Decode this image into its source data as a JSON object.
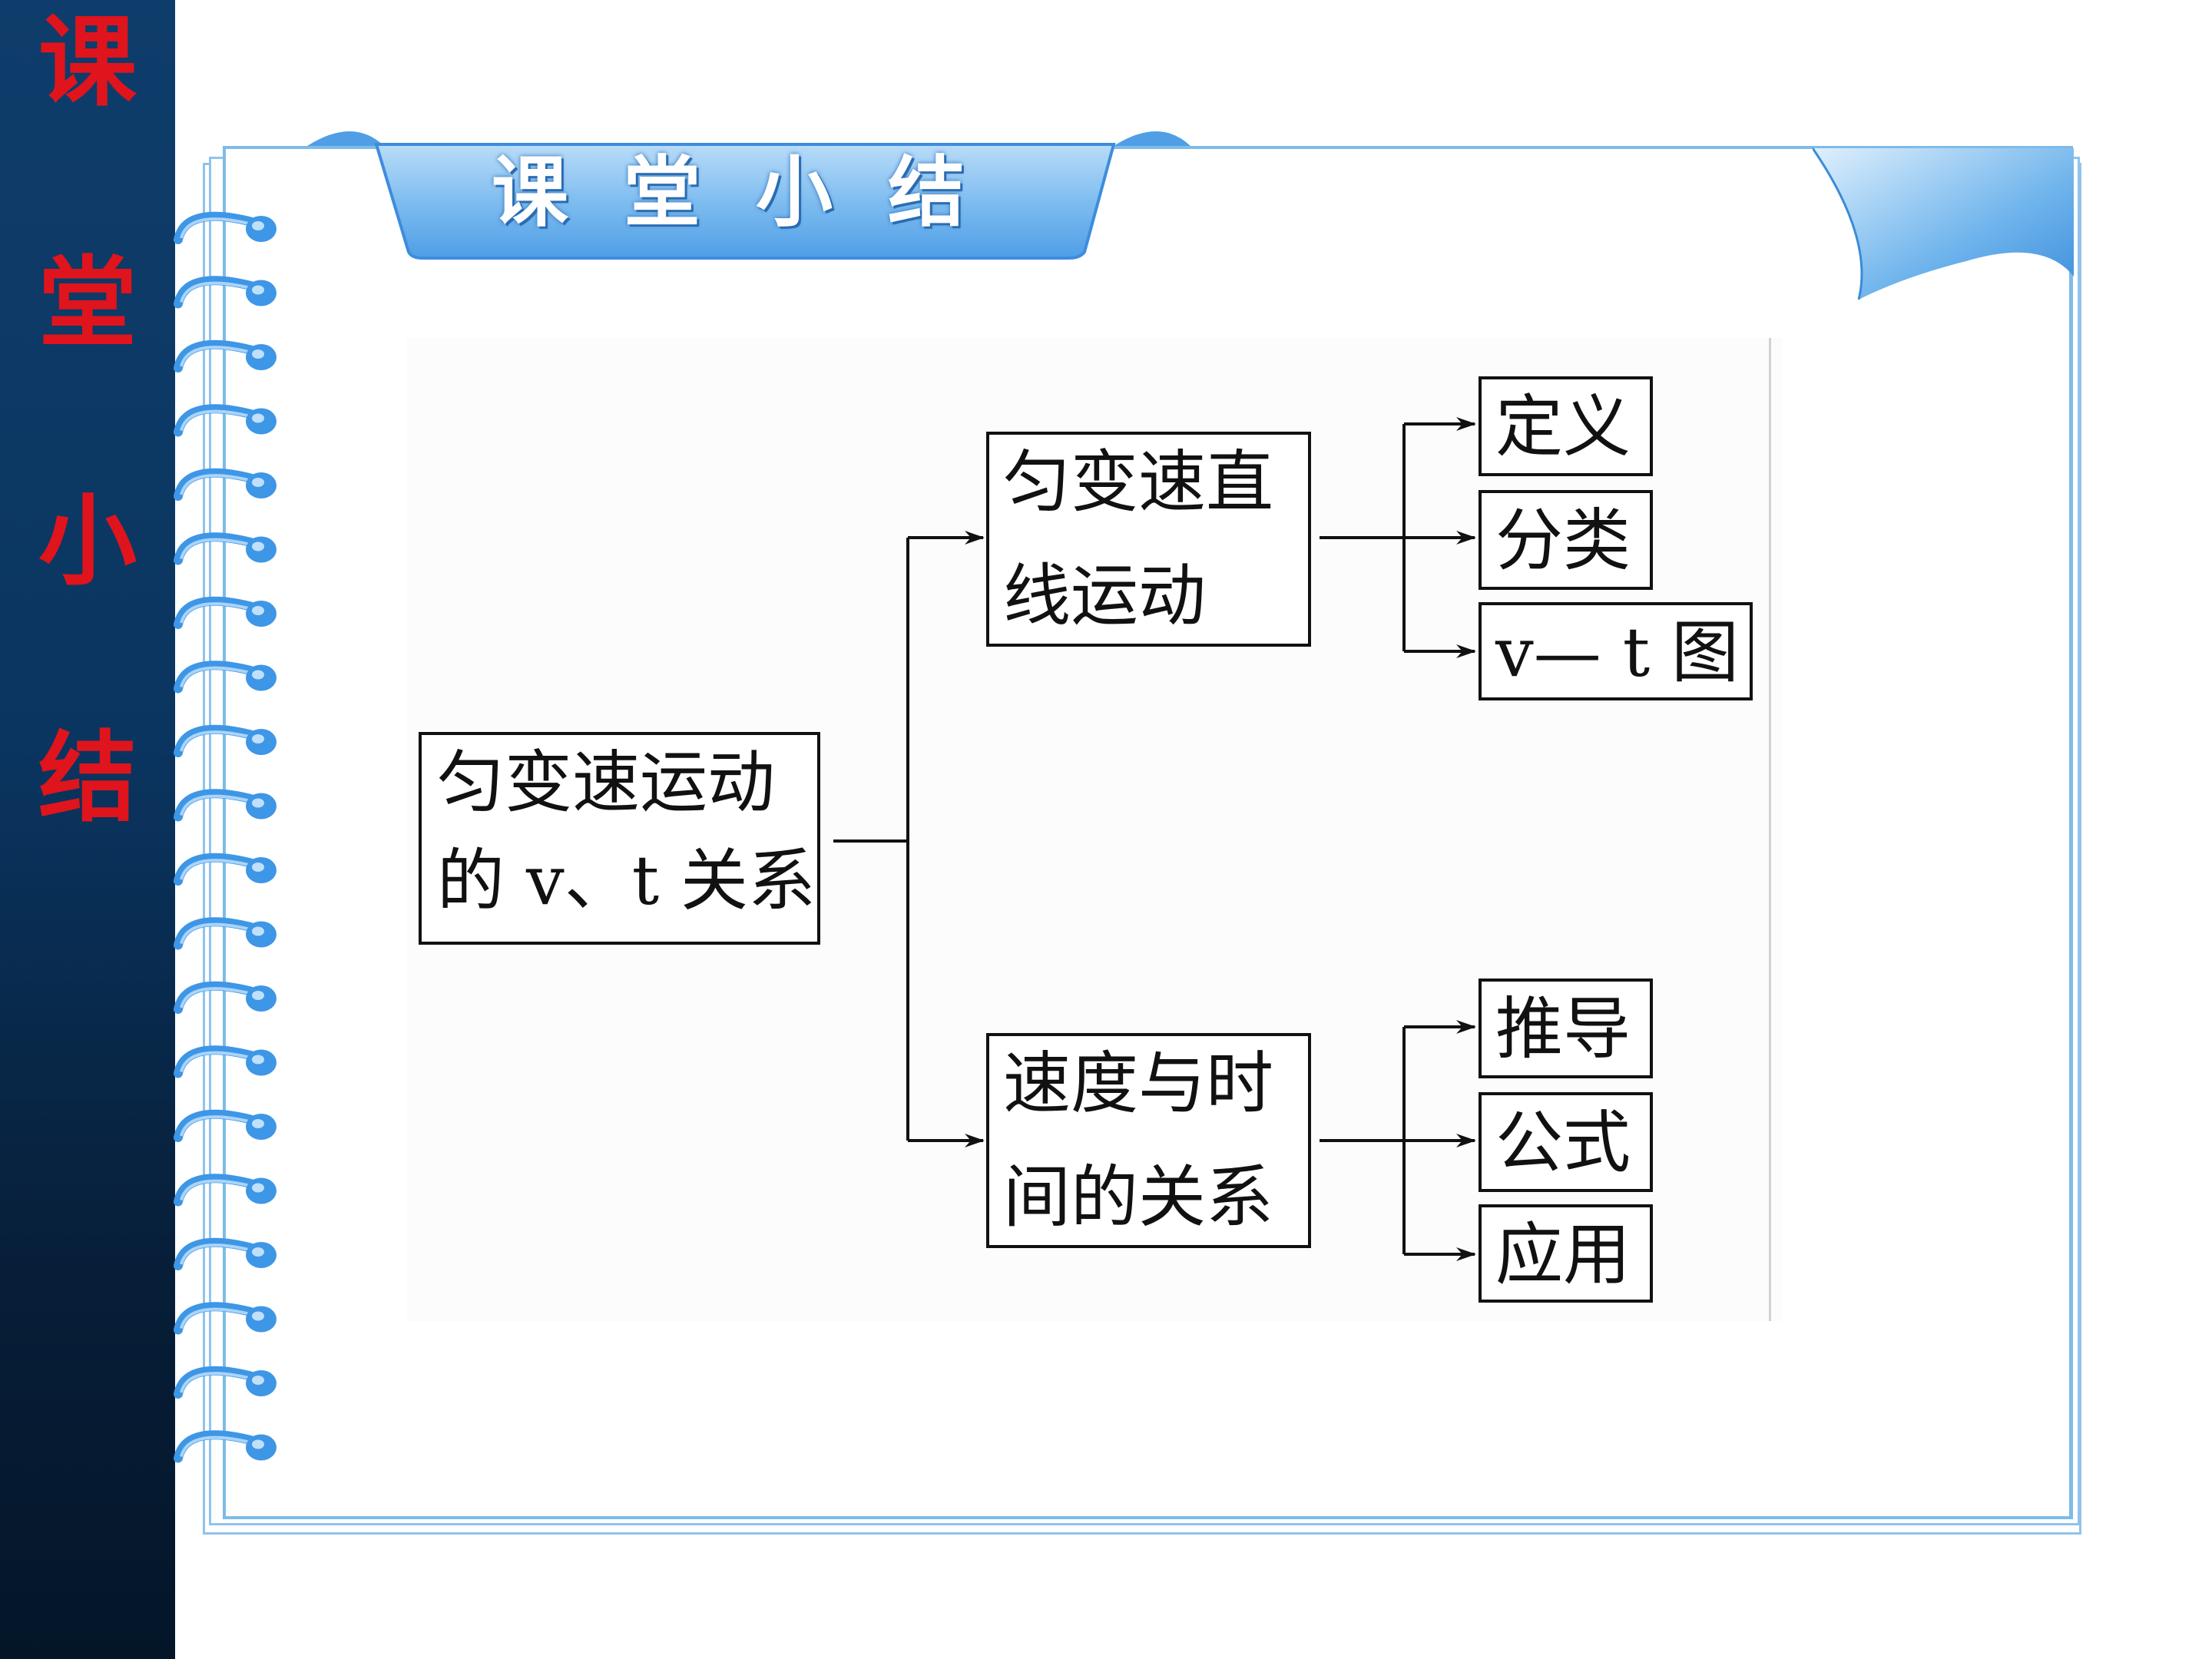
{
  "sidebar": {
    "chars": [
      "课",
      "堂",
      "小",
      "结"
    ]
  },
  "tab": {
    "title": "课堂小结"
  },
  "diagram": {
    "root": {
      "line1": "匀变速运动",
      "line2": "的 v、t 关系"
    },
    "branch1": {
      "line1": "匀变速直",
      "line2": "线运动",
      "children": [
        "定义",
        "分类",
        "v— t 图"
      ]
    },
    "branch2": {
      "line1": "速度与时",
      "line2": "间的关系",
      "children": [
        "推导",
        "公式",
        "应用"
      ]
    }
  }
}
